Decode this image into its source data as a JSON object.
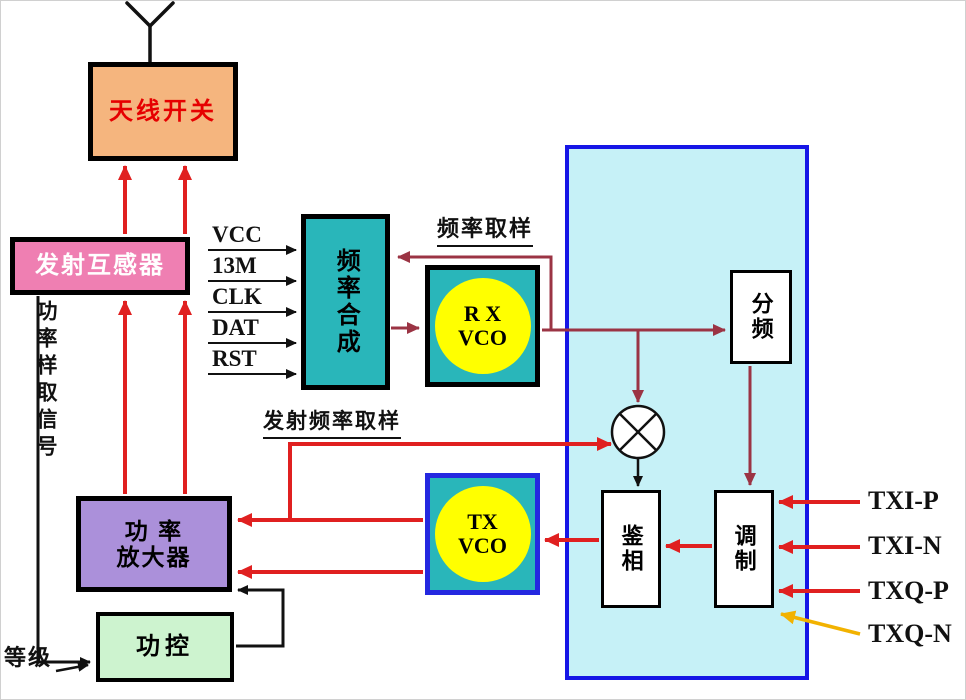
{
  "blocks": {
    "antenna_switch": {
      "label": "天线开关"
    },
    "tx_coupler": {
      "label": "发射互感器"
    },
    "power_amplifier": {
      "line1": "功  率",
      "line2": "放大器"
    },
    "power_control": {
      "label": "功控"
    },
    "freq_synth": {
      "label": "频率合成"
    },
    "rx_vco": {
      "line1": "R X",
      "line2": "VCO"
    },
    "tx_vco": {
      "line1": "TX",
      "line2": "VCO"
    },
    "divider": {
      "label": "分频"
    },
    "phase_detector": {
      "label": "鉴相"
    },
    "modulator": {
      "label": "调制"
    }
  },
  "pins": [
    "VCC",
    "13M",
    "CLK",
    "DAT",
    "RST"
  ],
  "io": [
    "TXI-P",
    "TXI-N",
    "TXQ-P",
    "TXQ-N"
  ],
  "labels": {
    "freq_sampling": "频率取样",
    "tx_freq_sampling": "发射频率取样",
    "power_sample_signal": "功率样取信号",
    "grade": "等级"
  },
  "colors": {
    "antenna_switch_fill": "#F5B57E",
    "antenna_switch_text": "#E60000",
    "coupler_fill": "#EF7FB2",
    "pa_fill": "#AB90DA",
    "power_control_fill": "#CDF3CF",
    "synth_fill": "#29B6BA",
    "vco_circle_fill": "#FFFF00",
    "chip_fill": "#C6F1F7",
    "chip_border": "#1616E6",
    "arrow_red": "#E02020",
    "arrow_maroon": "#9B3444",
    "arrow_yellow": "#F2B200",
    "line_black": "#111111"
  }
}
